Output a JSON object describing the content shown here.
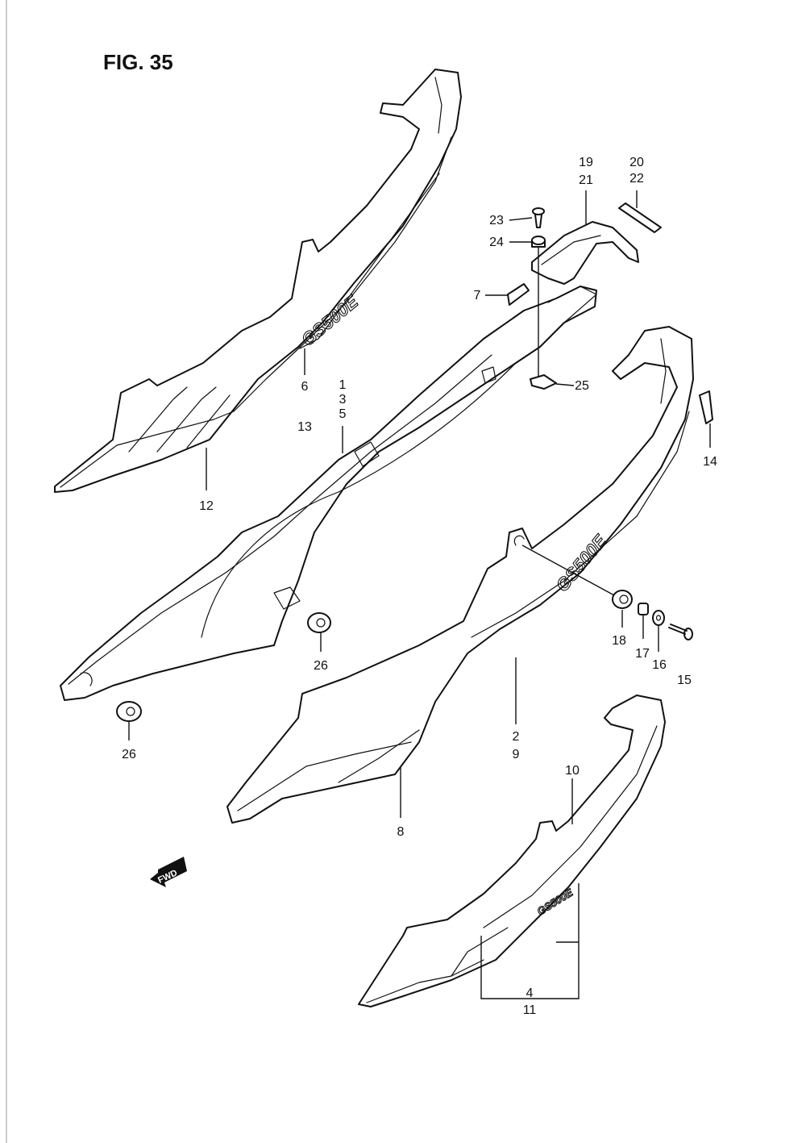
{
  "figure": {
    "title": "FIG. 35"
  },
  "logos": {
    "model": "GS500E",
    "model_small": "GS500E"
  },
  "direction": {
    "fwd": "FWD"
  },
  "callouts": {
    "c1_3_5": [
      "1",
      "3",
      "5"
    ],
    "c6_13": [
      "6",
      "13"
    ],
    "c12": "12",
    "c19_21": [
      "19",
      "21"
    ],
    "c20_22": [
      "20",
      "22"
    ],
    "c23": "23",
    "c24": "24",
    "c7": "7",
    "c25": "25",
    "c14": "14",
    "c26a": "26",
    "c26b": "26",
    "c18": "18",
    "c17": "17",
    "c16": "16",
    "c15": "15",
    "c2_9": [
      "2",
      "9"
    ],
    "c8": "8",
    "c10": "10",
    "c4_11": [
      "4",
      "11"
    ]
  }
}
